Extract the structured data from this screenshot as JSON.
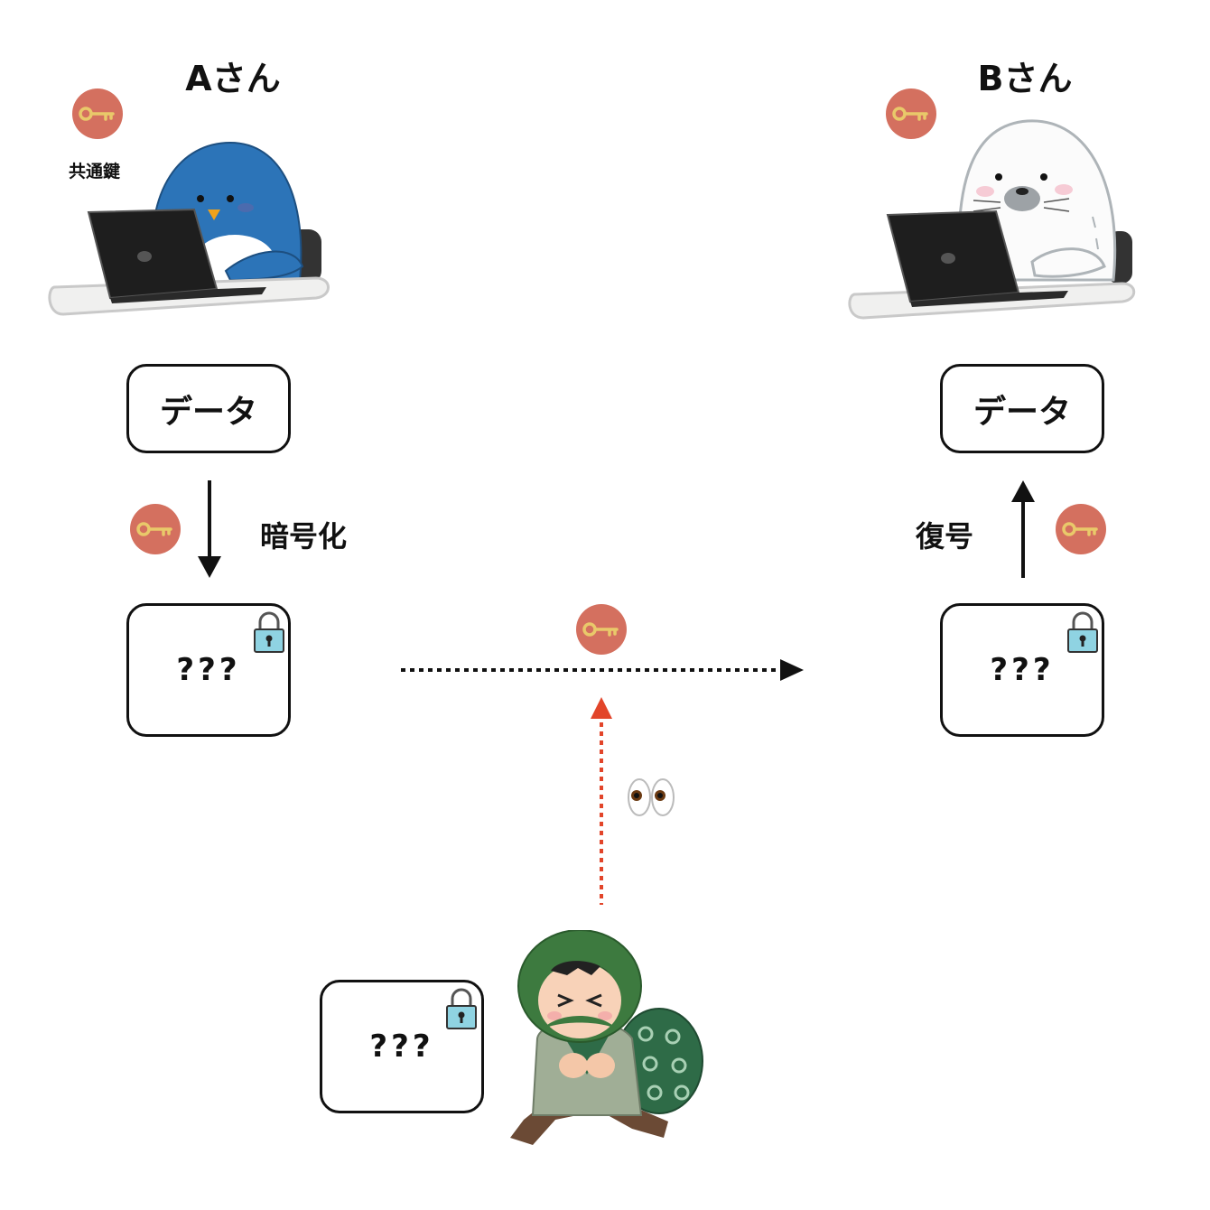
{
  "sender": {
    "name": "Aさん",
    "key_label": "共通鍵"
  },
  "receiver": {
    "name": "Bさん"
  },
  "plaintext": {
    "sender_box": "データ",
    "receiver_box": "データ"
  },
  "ciphertext": {
    "sender_box": "???",
    "receiver_box": "???",
    "thief_box": "???"
  },
  "steps": {
    "encrypt": "暗号化",
    "decrypt": "復号"
  },
  "icons": {
    "key": "key-icon",
    "lock": "padlock-icon",
    "eyes": "eyes-icon",
    "sender_character": "penguin-at-laptop",
    "receiver_character": "seal-at-laptop",
    "thief_character": "thief-with-sack"
  },
  "colors": {
    "key_badge": "#d4705f",
    "key_gold": "#e9c96a",
    "lock_body": "#8fd3e2",
    "eavesdrop_arrow": "#e2452a",
    "flow_arrow": "#111111"
  }
}
